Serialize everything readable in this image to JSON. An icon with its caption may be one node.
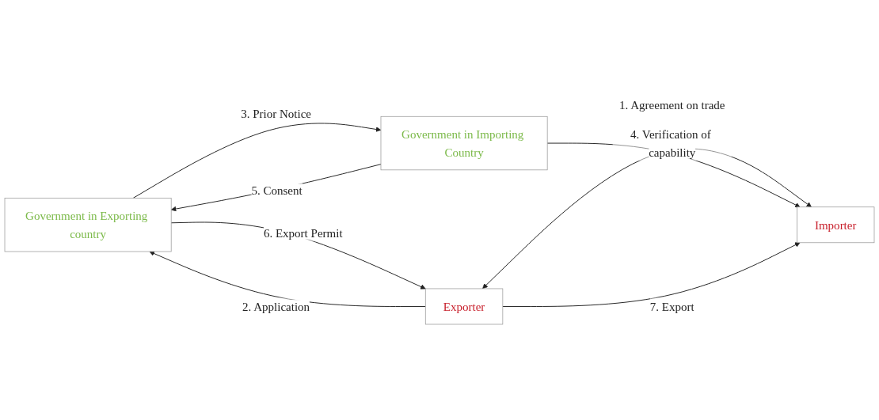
{
  "diagram": {
    "nodes": [
      {
        "text": [
          "Government in Exporting country"
        ]
      },
      {
        "text": [
          "Government in Importing Country"
        ]
      },
      {
        "text": [
          "Exporter"
        ]
      },
      {
        "text": [
          "Importer"
        ]
      }
    ],
    "edges": [
      {
        "from": 2,
        "to": 3,
        "arrow": "both",
        "label": "1. Agreement on trade"
      },
      {
        "from": 2,
        "to": 0,
        "arrow": "to",
        "label": "2. Application"
      },
      {
        "from": 0,
        "to": 1,
        "arrow": "to",
        "label": "3. Prior Notice"
      },
      {
        "from": 1,
        "to": 3,
        "arrow": "to",
        "label": "4. Verification of capability"
      },
      {
        "from": 1,
        "to": 0,
        "arrow": "to",
        "label": "5. Consent"
      },
      {
        "from": 0,
        "to": 2,
        "arrow": "to",
        "label": "6. Export Permit"
      },
      {
        "from": 2,
        "to": 3,
        "arrow": "to",
        "label": "7. Export"
      }
    ]
  }
}
